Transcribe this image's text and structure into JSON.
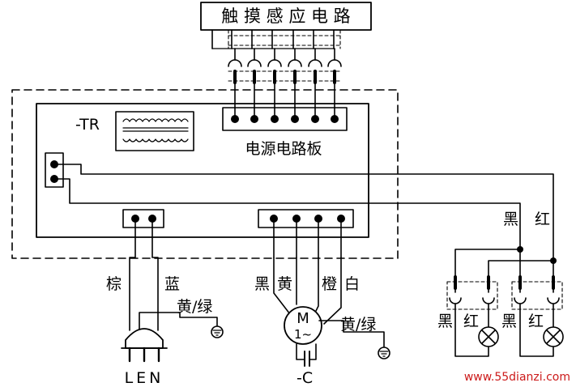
{
  "touch_circuit": {
    "label": "触 摸 感 应 电 路"
  },
  "transformer": {
    "label": "-TR"
  },
  "power_board": {
    "label": "电源电路板"
  },
  "plug": {
    "wire_brown": "棕",
    "wire_blue": "蓝",
    "ground_wire": "黄/绿",
    "pins": "LEN"
  },
  "motor": {
    "wire_black": "黑",
    "wire_yellow": "黄",
    "wire_orange": "橙",
    "wire_white": "白",
    "symbol_m": "M",
    "symbol_phase": "1~",
    "ground_wire": "黄/绿",
    "capacitor": "-C"
  },
  "lamps": {
    "main_black": "黑",
    "main_red": "红",
    "lamp1_black": "黑",
    "lamp1_red": "红",
    "lamp2_black": "黑",
    "lamp2_red": "红"
  },
  "watermark": {
    "text": "www.55dianzi.com"
  },
  "colors": {
    "line": "#000000",
    "watermark": "#cc1a1a"
  }
}
